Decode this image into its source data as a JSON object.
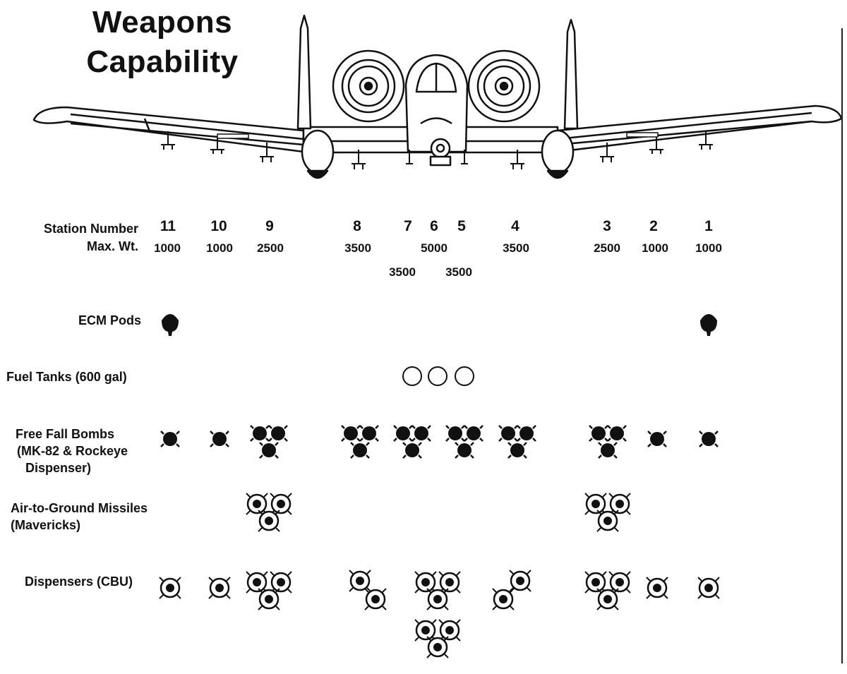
{
  "title": {
    "line1": "Weapons",
    "line2": "Capability"
  },
  "header_labels": {
    "station": "Station Number",
    "weight": "Max. Wt."
  },
  "stations": [
    {
      "number": "11",
      "weight": "1000"
    },
    {
      "number": "10",
      "weight": "1000"
    },
    {
      "number": "9",
      "weight": "2500"
    },
    {
      "number": "8",
      "weight": "3500"
    },
    {
      "number": "7",
      "weight": "3500"
    },
    {
      "number": "6",
      "weight": "5000"
    },
    {
      "number": "5",
      "weight": "3500"
    },
    {
      "number": "4",
      "weight": "3500"
    },
    {
      "number": "3",
      "weight": "2500"
    },
    {
      "number": "2",
      "weight": "1000"
    },
    {
      "number": "1",
      "weight": "1000"
    }
  ],
  "categories": [
    {
      "label": "ECM Pods",
      "icon": "ecm-pod-icon",
      "counts": {
        "11": 1,
        "1": 1
      }
    },
    {
      "label": "Fuel Tanks (600 gal)",
      "icon": "fuel-tank-icon",
      "counts": {
        "7": 1,
        "6": 1,
        "5": 1
      }
    },
    {
      "label_lines": [
        "Free Fall Bombs",
        "(MK-82 & Rockeye",
        "Dispenser)"
      ],
      "icon": "bomb-icon",
      "counts": {
        "11": 1,
        "10": 1,
        "9": 3,
        "8": 3,
        "7": 3,
        "5": 3,
        "4": 3,
        "3": 3,
        "2": 1,
        "1": 1
      }
    },
    {
      "label_lines": [
        "Air-to-Ground Missiles",
        "(Mavericks)"
      ],
      "icon": "maverick-missile-icon",
      "counts": {
        "9": 3,
        "3": 3
      }
    },
    {
      "label": "Dispensers (CBU)",
      "icon": "cbu-dispenser-icon",
      "counts": {
        "11": 1,
        "10": 1,
        "9": 3,
        "8": 2,
        "6": 6,
        "4": 2,
        "3": 3,
        "2": 1,
        "1": 1
      }
    }
  ],
  "colors": {
    "ink": "#111111",
    "paper": "#ffffff"
  }
}
